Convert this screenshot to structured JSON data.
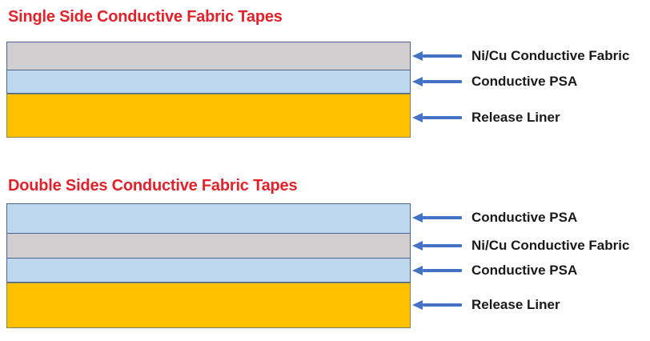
{
  "colors": {
    "title_red": "#e2222a",
    "arrow_blue": "#4472c4",
    "fabric_gray_fill": "#d0cece",
    "psa_blue_fill": "#bdd7ee",
    "liner_yellow_fill": "#ffc000",
    "layer_border_blue": "#4d648c",
    "liner_border_olive": "#85855c",
    "label_text": "#1a1a1a"
  },
  "sections": [
    {
      "id": "single-side",
      "title": "Single Side Conductive Fabric Tapes",
      "layers": [
        {
          "label": "Ni/Cu Conductive Fabric",
          "material": "fabric-gray"
        },
        {
          "label": "Conductive PSA",
          "material": "psa-blue"
        },
        {
          "label": "Release Liner",
          "material": "liner-yellow"
        }
      ]
    },
    {
      "id": "double-sides",
      "title": "Double Sides Conductive Fabric Tapes",
      "layers": [
        {
          "label": "Conductive PSA",
          "material": "psa-blue"
        },
        {
          "label": "Ni/Cu Conductive Fabric",
          "material": "fabric-gray"
        },
        {
          "label": "Conductive PSA",
          "material": "psa-blue"
        },
        {
          "label": "Release Liner",
          "material": "liner-yellow"
        }
      ]
    }
  ]
}
